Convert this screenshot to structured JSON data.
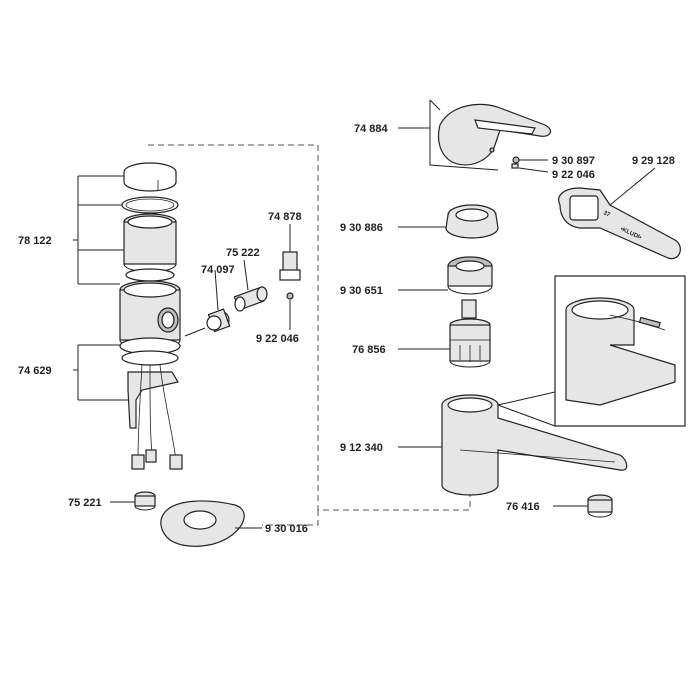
{
  "parts": {
    "p78122": "78 122",
    "p74629": "74 629",
    "p75221": "75 221",
    "p930016": "9 30 016",
    "p74097": "74 097",
    "p75222": "75 222",
    "p74878": "74 878",
    "p922046a": "9 22 046",
    "p74884": "74 884",
    "p930897": "9 30 897",
    "p922046b": "9 22 046",
    "p929128": "9 29 128",
    "p930886": "9 30 886",
    "p930651": "9 30 651",
    "p76856": "76 856",
    "p912340": "9 12 340",
    "p76416": "76 416"
  },
  "wrench_text": {
    "size": "37",
    "brand": "•KLUDI•"
  }
}
